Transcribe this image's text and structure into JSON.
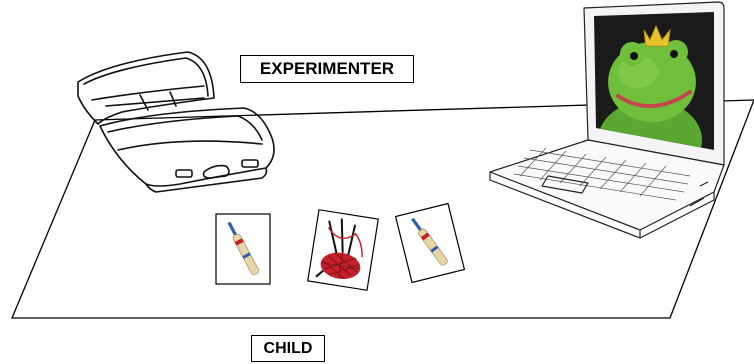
{
  "labels": {
    "experimenter": "EXPERIMENTER",
    "child": "CHILD"
  },
  "scene": {
    "objects": [
      "open-suitcase",
      "laptop-with-frog-puppet",
      "cricket-bat-card",
      "bagpipes-card",
      "cricket-bat-card"
    ],
    "colors": {
      "line": "#000000",
      "frog_green": "#6fbf3a",
      "crown_yellow": "#e8c32a",
      "tartan_red": "#c8202a",
      "bat_wood": "#e9d6a8",
      "bat_handle_blue": "#2d5fa8"
    }
  }
}
